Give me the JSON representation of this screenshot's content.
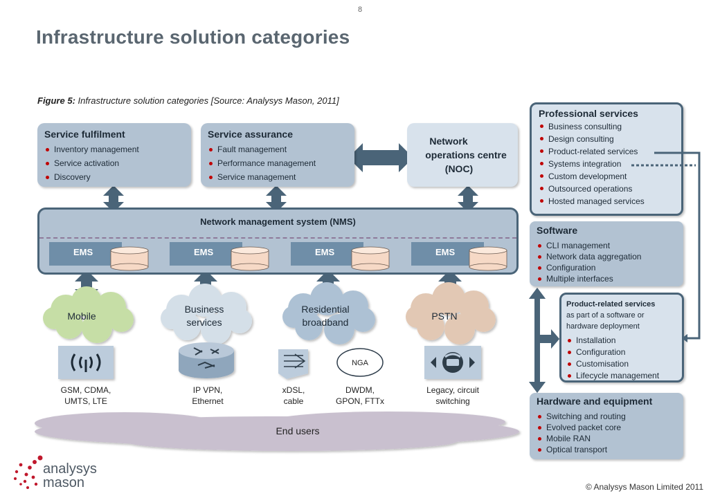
{
  "page_number": "8",
  "title": "Infrastructure solution categories",
  "caption": {
    "label": "Figure 5:",
    "text": " Infrastructure  solution categories [Source: Analysys Mason, 2011]"
  },
  "service_fulfilment": {
    "title": "Service fulfilment",
    "items": [
      "Inventory management",
      "Service activation",
      "Discovery"
    ]
  },
  "service_assurance": {
    "title": "Service assurance",
    "items": [
      "Fault management",
      "Performance management",
      "Service management"
    ]
  },
  "noc": {
    "line1": "Network",
    "line2": "operations centre",
    "line3": "(NOC)"
  },
  "nms": {
    "title": "Network management system (NMS)",
    "ems": [
      "EMS",
      "EMS",
      "EMS",
      "EMS"
    ]
  },
  "clouds": {
    "mobile": "Mobile",
    "business_l1": "Business",
    "business_l2": "services",
    "residential_l1": "Residential",
    "residential_l2": "broadband",
    "pstn": "PSTN"
  },
  "devices": {
    "gsm_l1": "GSM, CDMA,",
    "gsm_l2": "UMTS, LTE",
    "ipvpn_l1": "IP VPN,",
    "ipvpn_l2": "Ethernet",
    "xdsl_l1": "xDSL,",
    "xdsl_l2": "cable",
    "nga_badge": "NGA",
    "dwdm_l1": "DWDM,",
    "dwdm_l2": "GPON, FTTx",
    "legacy_l1": "Legacy, circuit",
    "legacy_l2": "switching"
  },
  "end_users": "End users",
  "professional_services": {
    "title": "Professional services",
    "items": [
      "Business consulting",
      "Design consulting",
      "Product-related services",
      "Systems integration",
      "Custom development",
      "Outsourced operations",
      "Hosted managed services"
    ]
  },
  "software": {
    "title": "Software",
    "items": [
      "CLI management",
      "Network data aggregation",
      "Configuration",
      "Multiple interfaces"
    ]
  },
  "product_related": {
    "title": "Product-related  services",
    "line2": "as part of a software or",
    "line3": "hardware  deployment",
    "items": [
      "Installation",
      "Configuration",
      "Customisation",
      "Lifecycle management"
    ]
  },
  "hardware": {
    "title": "Hardware and equipment",
    "items": [
      "Switching and routing",
      "Evolved packet core",
      "Mobile RAN",
      "Optical transport"
    ]
  },
  "logo": {
    "line1": "analysys",
    "line2": "mason"
  },
  "copyright": "© Analysys Mason Limited 2011",
  "colors": {
    "box_mid": "#b2c2d2",
    "box_light": "#d8e2ec",
    "arrow": "#4a6478",
    "bullet": "#c00000",
    "cloud_mobile": "#c6dea6",
    "cloud_business": "#d4dfe8",
    "cloud_residential": "#adc1d4",
    "cloud_pstn": "#e2c8b4",
    "end_users": "#c9c0cf"
  }
}
